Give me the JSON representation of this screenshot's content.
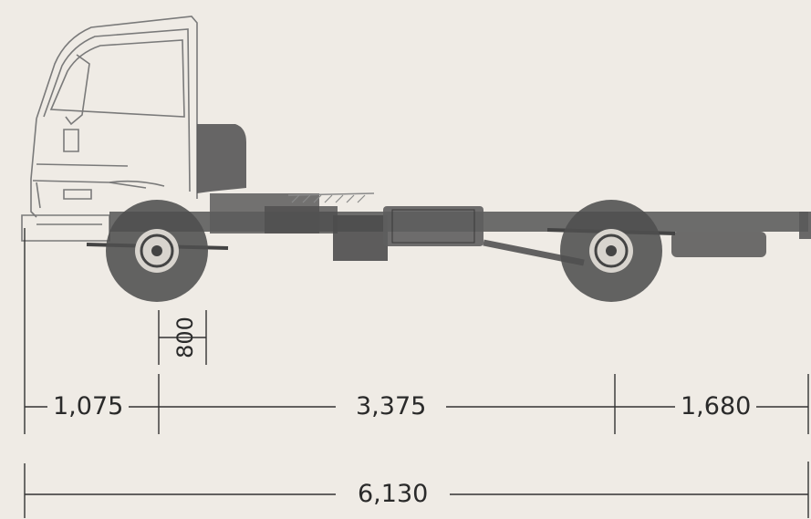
{
  "dimensions": {
    "front_overhang": "1,075",
    "wheelbase": "3,375",
    "rear_overhang": "1,680",
    "overall_length": "6,130",
    "ground_clearance": "800"
  },
  "colors": {
    "background": "#efebe5",
    "chassis": "#555555",
    "cab_outline": "#777777",
    "dimension_line": "#333333"
  }
}
